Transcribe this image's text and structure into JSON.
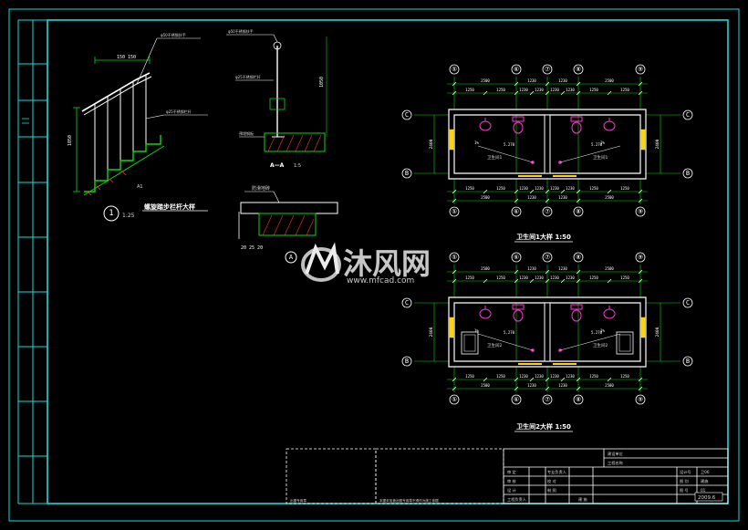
{
  "captions": {
    "railing_title": "螺旋踏步栏杆大样",
    "railing_scale": "1:25",
    "detail_marker": "1",
    "section_title": "A—A",
    "section_scale": "1:5",
    "detail_a_marker": "A",
    "detail_a_dims": "20 25 20",
    "bath1_title": "卫生间1大样 1:50",
    "bath2_title": "卫生间2大样 1:50",
    "mat_label": "防滑地砖"
  },
  "axes": {
    "top": [
      "⑤",
      "⑥",
      "⑦",
      "⑧",
      "⑨"
    ],
    "rows": [
      "C",
      "B"
    ]
  },
  "dims": {
    "bay": "2500",
    "half": "1250",
    "mid": "1230",
    "depth": "2400",
    "level": "5.270"
  },
  "labels": {
    "toilet1": "卫生间1",
    "toilet2": "卫生间2",
    "slope": "1%"
  },
  "watermark": {
    "brand": "沐风网",
    "url": "www.mfcad.com"
  },
  "titleblock": {
    "design_unit": "建设单位",
    "project": "工程名称",
    "row1": "审 定",
    "row2": "审 核",
    "row3": "设 计",
    "row4": "工程负责人",
    "col2a": "专业负责人",
    "col2b": "校 对",
    "col2c": "制 图",
    "drawing": "建 施",
    "no_label": "设计号",
    "no_value": "卫06",
    "sheet_label": "图 别",
    "sheet_value": "建施",
    "num_label": "图 号",
    "num_value": "01",
    "date": "2009.6",
    "stamp": "出图专用章",
    "note": "本图未加盖出图专用章不得作为施工依据"
  }
}
